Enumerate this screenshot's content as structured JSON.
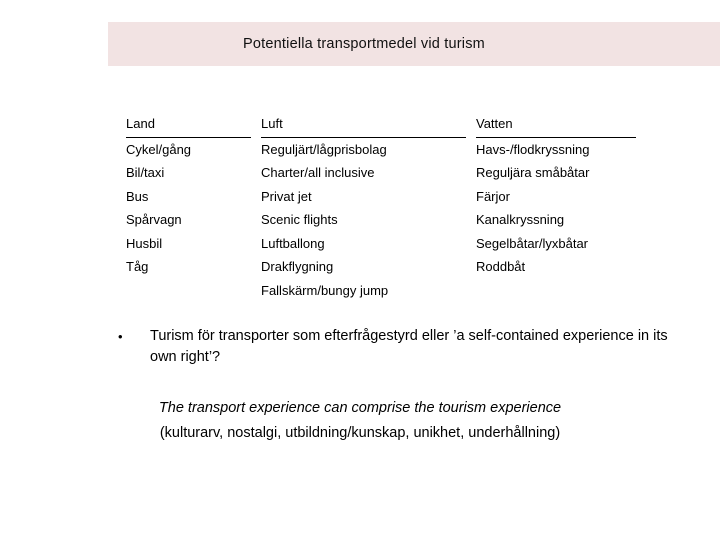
{
  "slide": {
    "title": "Potentiella transportmedel vid turism",
    "title_band_color": "#f2e3e3",
    "table": {
      "headers": [
        "Land",
        "Luft",
        "Vatten"
      ],
      "rows": [
        [
          "Cykel/gång",
          "Reguljärt/lågprisbolag",
          "Havs-/flodkryssning"
        ],
        [
          "Bil/taxi",
          "Charter/all inclusive",
          "Reguljära småbåtar"
        ],
        [
          "Bus",
          "Privat jet",
          "Färjor"
        ],
        [
          "Spårvagn",
          "Scenic flights",
          "Kanalkryssning"
        ],
        [
          "Husbil",
          "Luftballong",
          "Segelbåtar/lyxbåtar"
        ],
        [
          "Tåg",
          "Drakflygning",
          "Roddbåt"
        ],
        [
          "",
          "Fallskärm/bungy jump",
          ""
        ]
      ]
    },
    "bullet": {
      "marker": "•",
      "text": "Turism för transporter som efterfrågestyrd eller ’a self-contained experience in its own right’?"
    },
    "italic_line": "The transport experience can comprise the tourism experience",
    "paren_line": "(kulturarv, nostalgi, utbildning/kunskap, unikhet, underhållning)"
  }
}
